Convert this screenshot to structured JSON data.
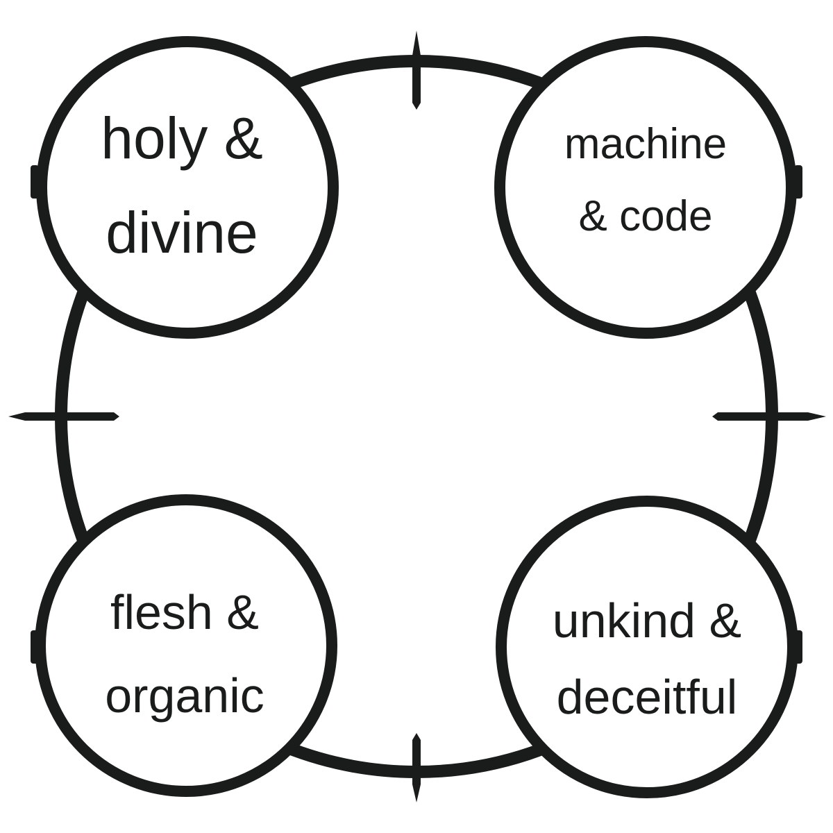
{
  "colors": {
    "ink": "#1a1c1c",
    "background": "#ffffff"
  },
  "nodes": [
    {
      "id": "top-left",
      "line1": "holy &",
      "line2": "divine"
    },
    {
      "id": "top-right",
      "line1": "machine",
      "line2": "& code"
    },
    {
      "id": "bottom-left",
      "line1": "flesh &",
      "line2": "organic"
    },
    {
      "id": "bottom-right",
      "line1": "unkind &",
      "line2": "deceitful"
    }
  ]
}
